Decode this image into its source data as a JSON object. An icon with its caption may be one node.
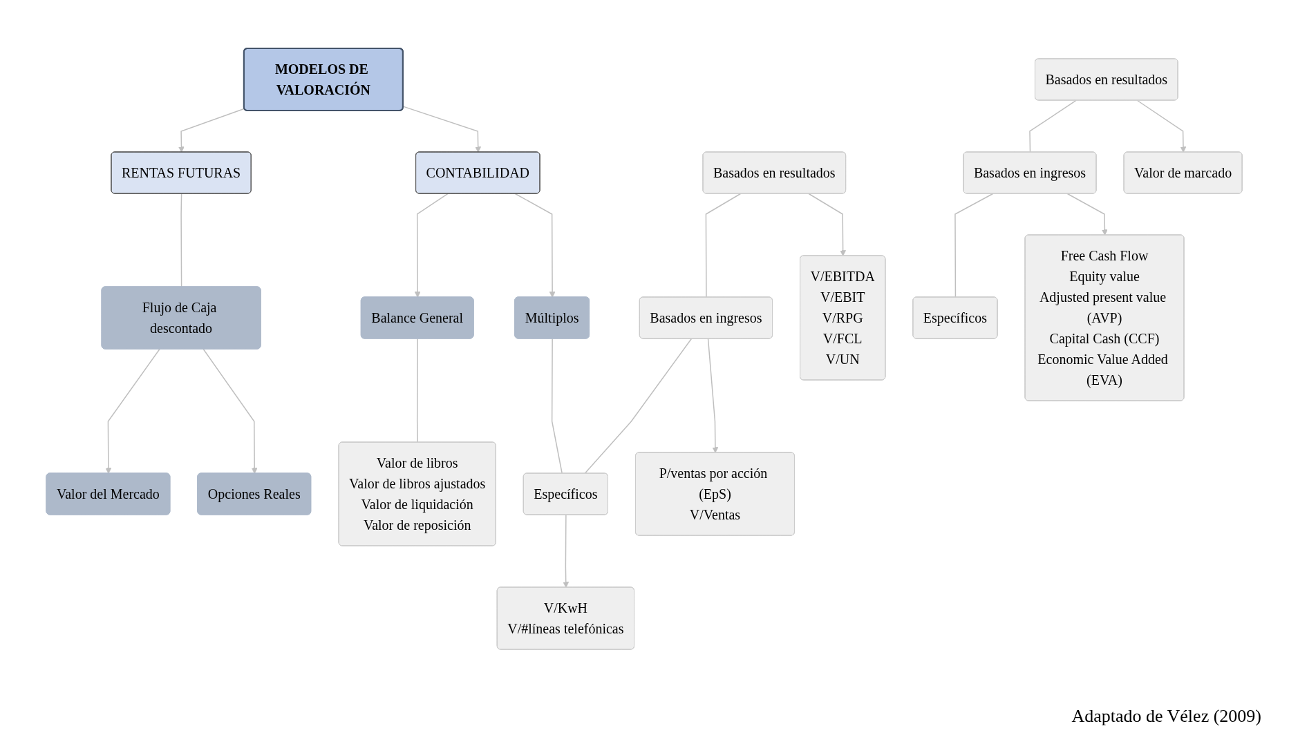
{
  "diagram": {
    "caption": "Adaptado de Vélez (2009)",
    "nodes": [
      {
        "text": [
          "MODELOS DE VALORACIÓN"
        ]
      },
      {
        "text": [
          "CONTABILIDAD"
        ]
      },
      {
        "text": [
          "RENTAS FUTURAS"
        ]
      },
      {
        "text": [
          "Balance General"
        ]
      },
      {
        "text": [
          "Múltiplos"
        ]
      },
      {
        "text": [
          "Valor del Mercado"
        ]
      },
      {
        "text": [
          "Flujo de Caja descontado"
        ]
      },
      {
        "text": [
          "Opciones Reales"
        ]
      },
      {
        "text": [
          "Valor de libros",
          "Valor de libros ajustados",
          "Valor de liquidación",
          "Valor de reposición"
        ]
      },
      {
        "text": [
          "Basados en resultados"
        ]
      },
      {
        "text": [
          "Basados en ingresos"
        ]
      },
      {
        "text": [
          "Específicos"
        ]
      },
      {
        "text": [
          "V/EBITDA",
          "V/EBIT",
          "V/RPG",
          "V/FCL",
          "V/UN"
        ]
      },
      {
        "text": [
          "P/ventas por acción (EpS)",
          "V/Ventas"
        ]
      },
      {
        "text": [
          "V/KwH",
          "V/#líneas telefónicas"
        ]
      },
      {
        "text": [
          "Basados en resultados"
        ]
      },
      {
        "text": [
          "Basados en ingresos"
        ]
      },
      {
        "text": [
          "Específicos"
        ]
      },
      {
        "text": [
          "Valor de marcado"
        ]
      },
      {
        "text": [
          "Free Cash Flow",
          "Equity value",
          "Adjusted present value (AVP)",
          "Capital Cash (CCF)",
          "Economic Value Added (EVA)"
        ]
      }
    ],
    "edges": [
      {
        "from": 0,
        "to": 1,
        "arrow": "to"
      },
      {
        "from": 0,
        "to": 2,
        "arrow": "to"
      },
      {
        "from": 1,
        "to": 3,
        "arrow": "to"
      },
      {
        "from": 1,
        "to": 4,
        "arrow": "to"
      },
      {
        "from": 2,
        "to": 6,
        "arrow": "none"
      },
      {
        "from": 6,
        "to": 5,
        "arrow": "to"
      },
      {
        "from": 6,
        "to": 7,
        "arrow": "to"
      },
      {
        "from": 3,
        "to": 8,
        "arrow": "none"
      },
      {
        "from": 4,
        "to": 11,
        "arrow": "none"
      },
      {
        "from": 9,
        "to": 10,
        "arrow": "none"
      },
      {
        "from": 10,
        "to": 11,
        "arrow": "none"
      },
      {
        "from": 9,
        "to": 12,
        "arrow": "to"
      },
      {
        "from": 10,
        "to": 13,
        "arrow": "to"
      },
      {
        "from": 11,
        "to": 14,
        "arrow": "to"
      },
      {
        "from": 15,
        "to": 16,
        "arrow": "none"
      },
      {
        "from": 16,
        "to": 17,
        "arrow": "none"
      },
      {
        "from": 15,
        "to": 18,
        "arrow": "to"
      },
      {
        "from": 16,
        "to": 19,
        "arrow": "to"
      }
    ]
  }
}
